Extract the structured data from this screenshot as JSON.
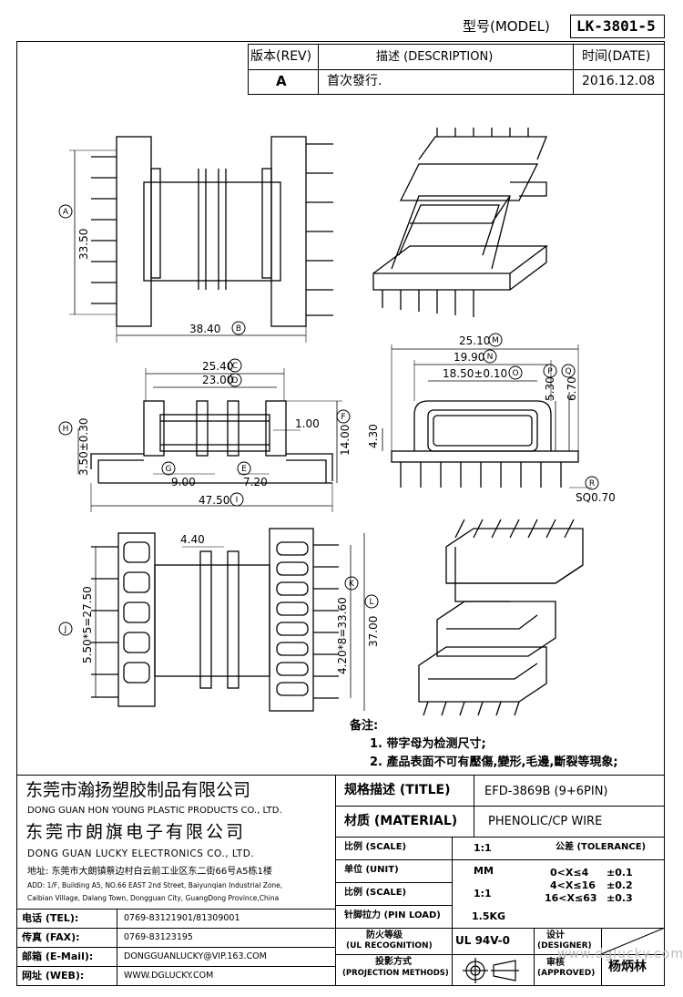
{
  "header": {
    "model_label": "型号(MODEL)",
    "model_value": "LK-3801-5",
    "rev_label": "版本(REV)",
    "desc_label": "描述 (DESCRIPTION)",
    "date_label": "时间(DATE)",
    "rev_value": "A",
    "desc_value": "首次發行.",
    "date_value": "2016.12.08"
  },
  "dimensions": {
    "A": "33.50",
    "B": "38.40",
    "C": "25.40",
    "D": "23.00",
    "E": "1.00",
    "F": "14.00",
    "G": "9.00",
    "H": "3.50±0.30",
    "I": "47.50",
    "J": "5.50*5=27.50",
    "K": "4.20*8=33.60",
    "L": "37.00",
    "M": "25.10",
    "N": "19.90",
    "O": "18.50±0.10",
    "P": "5.30",
    "Q": "6.70",
    "R": "SQ0.70",
    "S": "4.30",
    "T": "4.40",
    "U": "7.20"
  },
  "dim_letters": {
    "A": "A",
    "B": "B",
    "C": "C",
    "D": "D",
    "E": "E",
    "F": "F",
    "G": "G",
    "H": "H",
    "I": "I",
    "J": "J",
    "K": "K",
    "L": "L",
    "M": "M",
    "N": "N",
    "O": "O",
    "P": "P",
    "Q": "Q",
    "R": "R"
  },
  "notes": {
    "title": "备注:",
    "line1": "1. 带字母为检测尺寸;",
    "line2": "2. 產品表面不可有壓傷,變形,毛邊,斷裂等現象;"
  },
  "company": {
    "name1_cn": "东莞市瀚扬塑胶制品有限公司",
    "name1_en": "DONG GUAN HON YOUNG PLASTIC PRODUCTS CO., LTD.",
    "name2_cn": "东莞市朗旗电子有限公司",
    "name2_en": "DONG GUAN LUCKY ELECTRONICS CO., LTD.",
    "address_cn": "地址: 东莞市大朗镇蔡边村白云前工业区东二街66号A5栋1楼",
    "address_en1": "ADD: 1/F, Building A5, NO.66 EAST 2nd Street, Baiyunqian Industrial Zone,",
    "address_en2": "Caibian Village, Dalang Town, Dongguan City, GuangDong Province,China"
  },
  "contacts": [
    {
      "label": "电话 (TEL):",
      "value": "0769-83121901/81309001"
    },
    {
      "label": "传真 (FAX):",
      "value": "0769-83123195"
    },
    {
      "label": "邮箱 (E-Mail):",
      "value": "DONGGUANLUCKY@VIP.163.COM"
    },
    {
      "label": "网址 (WEB):",
      "value": "WWW.DGLUCKY.COM"
    }
  ],
  "spec": {
    "title_label": "规格描述 (TITLE)",
    "title_value": "EFD-3869B (9+6PIN)",
    "material_label": "材质 (MATERIAL)",
    "material_value": "PHENOLIC/CP WIRE",
    "scale_label": "比例 (SCALE)",
    "scale_value": "1:1",
    "tolerance_label": "公差 (TOLERANCE)",
    "unit_label": "单位 (UNIT)",
    "unit_value": "MM",
    "scale2_label": "比例 (SCALE)",
    "scale2_value": "1:1",
    "tol1": "0<X≤4",
    "tol1v": "±0.1",
    "tol2": "4<X≤16",
    "tol2v": "±0.2",
    "tol3": "16<X≤63",
    "tol3v": "±0.3",
    "pin_label": "针脚拉力 (PIN LOAD)",
    "pin_value": "1.5KG",
    "ul_label1": "防火等级",
    "ul_label2": "(UL RECOGNITION)",
    "ul_value": "UL 94V-0",
    "proj_label1": "投影方式",
    "proj_label2": "(PROJECTION METHODS)",
    "designer_label1": "设计",
    "designer_label2": "(DESIGNER)",
    "approved_label1": "审核",
    "approved_label2": "(APPROVED)",
    "approved_value": "杨炳林",
    "watermark": "www.dglucky.com"
  }
}
